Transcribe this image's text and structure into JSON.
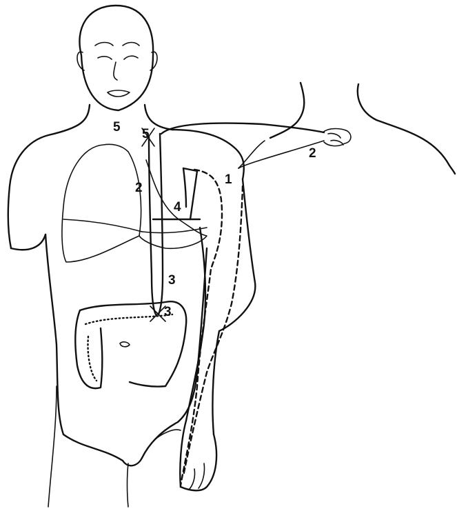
{
  "labels": {
    "l1": "1",
    "l2a": "2",
    "l2b": "2",
    "l3a": "3",
    "l3b": "3",
    "l4": "4",
    "l5a": "5",
    "l5b": "5"
  },
  "colors": {
    "ink": "#111111",
    "background": "#ffffff"
  }
}
